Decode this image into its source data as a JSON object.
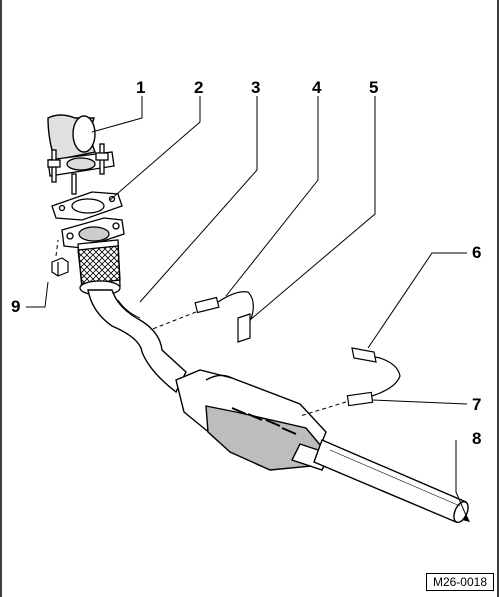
{
  "diagram": {
    "callouts": [
      {
        "id": "1",
        "label": "1"
      },
      {
        "id": "2",
        "label": "2"
      },
      {
        "id": "3",
        "label": "3"
      },
      {
        "id": "4",
        "label": "4"
      },
      {
        "id": "5",
        "label": "5"
      },
      {
        "id": "6",
        "label": "6"
      },
      {
        "id": "7",
        "label": "7"
      },
      {
        "id": "8",
        "label": "8"
      },
      {
        "id": "9",
        "label": "9"
      }
    ],
    "figure_code": "M26-0018"
  },
  "colors": {
    "line": "#000000",
    "paper": "#ffffff",
    "shade": "#bdbdbd"
  }
}
